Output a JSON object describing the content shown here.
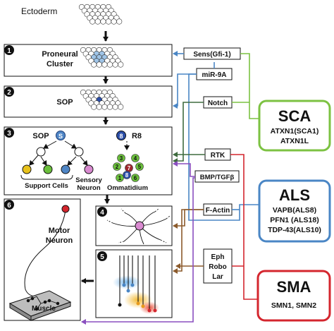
{
  "labels": {
    "ectoderm": "Ectoderm",
    "proneural_1": "Proneural",
    "proneural_2": "Cluster",
    "sop": "SOP",
    "sop_s_prefix": "SOP",
    "s_letter": "S",
    "support_cells": "Support Cells",
    "sensory_1": "Sensory",
    "sensory_2": "Neuron",
    "r8": "R8",
    "eight": "8",
    "ommatidium": "Ommatidium",
    "motor_1": "Motor",
    "motor_2": "Neuron",
    "muscle": "Muscle"
  },
  "step_numbers": [
    "1",
    "2",
    "3",
    "4",
    "5",
    "6"
  ],
  "ommatidium_numbers": [
    "3",
    "4",
    "2",
    "5",
    "7",
    "8",
    "1",
    "6"
  ],
  "signals": {
    "sens": "Sens(Gfi-1)",
    "mir9a": "miR-9A",
    "notch": "Notch",
    "rtk": "RTK",
    "bmp": "BMP/TGFβ",
    "factin": "F-Actin",
    "eph": "Eph",
    "robo": "Robo",
    "lar": "Lar"
  },
  "diseases": {
    "sca": {
      "title": "SCA",
      "genes": [
        "ATXN1(SCA1)",
        "ATXN1L"
      ]
    },
    "als": {
      "title": "ALS",
      "genes": [
        "VAPB(ALS8)",
        "PFN1 (ALS18)",
        "TDP-43(ALS10)"
      ]
    },
    "sma": {
      "title": "SMA",
      "genes": [
        "SMN1, SMN2"
      ]
    }
  },
  "colors": {
    "sca": "#7cc242",
    "als": "#4a86c5",
    "sma": "#d4262e",
    "brown": "#8b5a2b",
    "purple": "#8a4fbf",
    "darkgreen": "#3f6b3f",
    "pink": "#d98ad0",
    "yellow": "#e8c21c",
    "green": "#6bbf3c",
    "blue_cell": "#4f86c6",
    "cluster_fill": "#9ec3e6",
    "sop_fill": "#2b4ea8"
  }
}
